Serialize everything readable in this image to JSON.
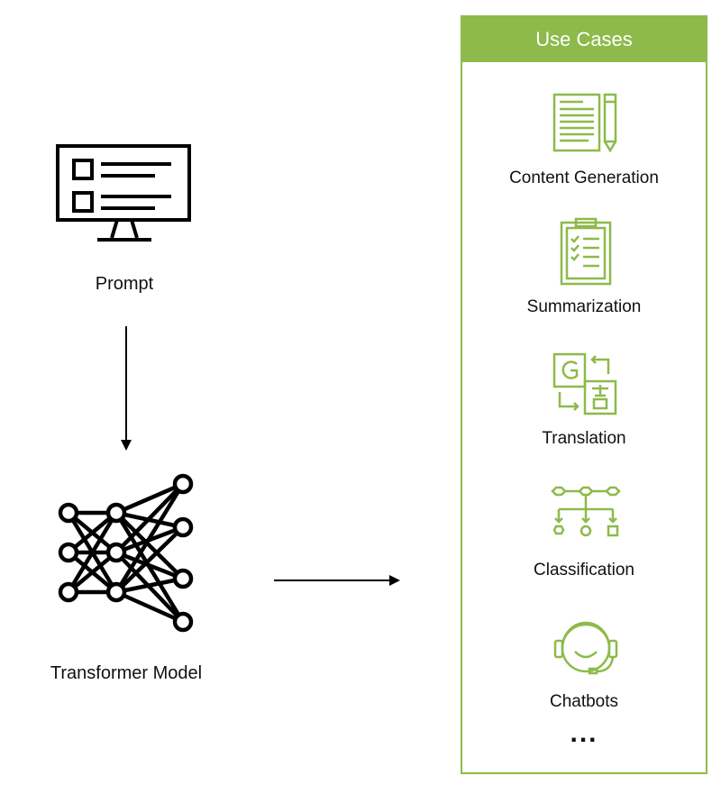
{
  "prompt_label": "Prompt",
  "model_label": "Transformer Model",
  "panel": {
    "title": "Use Cases",
    "accent": "#8dba4a",
    "items": [
      {
        "label": "Content Generation",
        "icon": "document-pencil-icon"
      },
      {
        "label": "Summarization",
        "icon": "clipboard-checklist-icon"
      },
      {
        "label": "Translation",
        "icon": "translation-icon"
      },
      {
        "label": "Classification",
        "icon": "hierarchy-icon"
      },
      {
        "label": "Chatbots",
        "icon": "headset-icon"
      }
    ],
    "more": "..."
  }
}
